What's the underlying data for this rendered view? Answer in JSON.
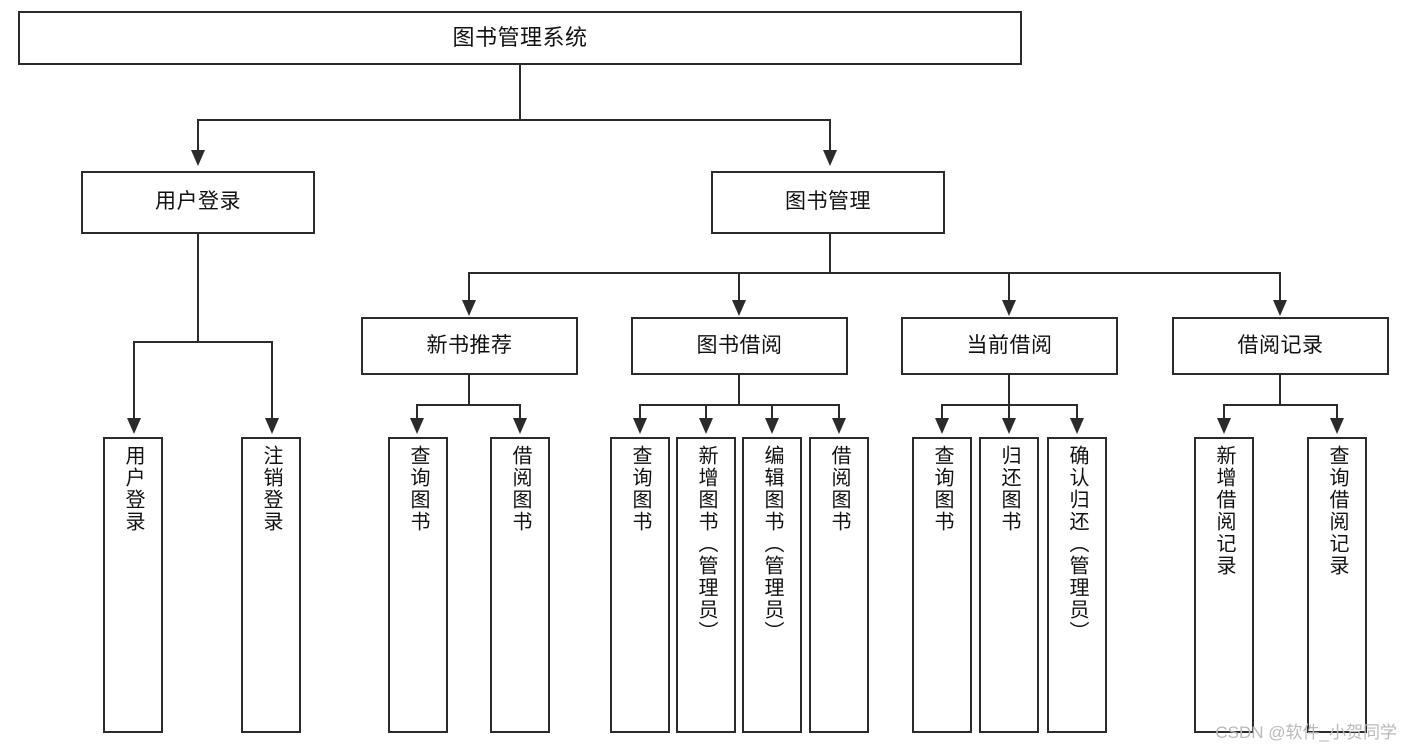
{
  "diagram": {
    "title": "图书管理系统",
    "type": "hierarchy-tree",
    "levels": 4
  },
  "root": {
    "label": "图书管理系统"
  },
  "level2": [
    {
      "label": "用户登录"
    },
    {
      "label": "图书管理"
    }
  ],
  "level3": [
    {
      "label": "新书推荐"
    },
    {
      "label": "图书借阅"
    },
    {
      "label": "当前借阅"
    },
    {
      "label": "借阅记录"
    }
  ],
  "leaves": {
    "user_login": [
      {
        "label": "用户登录"
      },
      {
        "label": "注销登录"
      }
    ],
    "new_book_recommend": [
      {
        "label": "查询图书"
      },
      {
        "label": "借阅图书"
      }
    ],
    "book_borrow": [
      {
        "label": "查询图书"
      },
      {
        "label": "新增图书（管理员）"
      },
      {
        "label": "编辑图书（管理员）"
      },
      {
        "label": "借阅图书"
      }
    ],
    "current_borrow": [
      {
        "label": "查询图书"
      },
      {
        "label": "归还图书"
      },
      {
        "label": "确认归还（管理员）"
      }
    ],
    "borrow_record": [
      {
        "label": "新增借阅记录"
      },
      {
        "label": "查询借阅记录"
      }
    ]
  },
  "watermark": {
    "text": "CSDN @软件_小贺同学"
  },
  "colors": {
    "stroke": "#2b2b2b",
    "fill": "#ffffff",
    "text": "#111111",
    "watermark": "#b9b9b9"
  }
}
